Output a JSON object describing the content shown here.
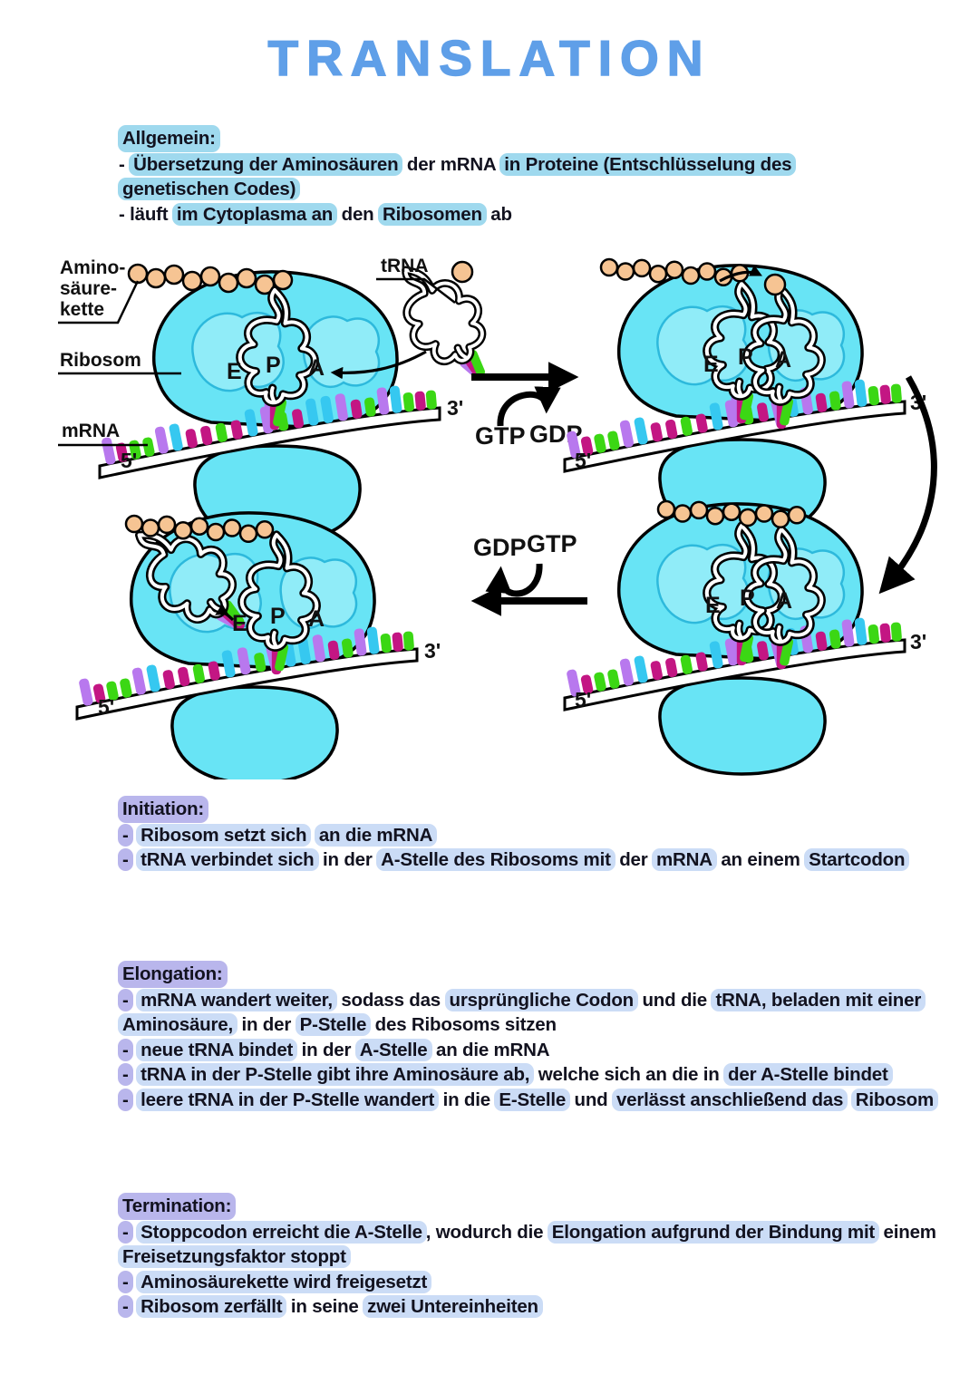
{
  "title": "TRANSLATION",
  "sections": [
    {
      "id": "allgemein",
      "header": {
        "text": "Allgemein:",
        "hl": "cyan"
      },
      "lines": [
        [
          {
            "t": "- ",
            "hl": "none"
          },
          {
            "t": "Übersetzung der Aminosäuren",
            "hl": "cyan"
          },
          {
            "t": " der mRNA ",
            "hl": "none"
          },
          {
            "t": "in Proteine (Entschlüsselung des",
            "hl": "cyan"
          }
        ],
        [
          {
            "t": "genetischen Codes)",
            "hl": "cyan"
          }
        ],
        [
          {
            "t": "- läuft ",
            "hl": "none"
          },
          {
            "t": "im Cytoplasma an",
            "hl": "cyan"
          },
          {
            "t": " den ",
            "hl": "none"
          },
          {
            "t": "Ribosomen",
            "hl": "cyan"
          },
          {
            "t": " ab",
            "hl": "none"
          }
        ]
      ]
    },
    {
      "id": "initiation",
      "header": {
        "text": "Initiation:",
        "hl": "purple"
      },
      "lines": [
        [
          {
            "t": "-",
            "hl": "purple"
          },
          {
            "t": " ",
            "hl": "none"
          },
          {
            "t": "Ribosom setzt sich",
            "hl": "blue"
          },
          {
            "t": " ",
            "hl": "none"
          },
          {
            "t": "an die mRNA",
            "hl": "blue"
          }
        ],
        [
          {
            "t": "-",
            "hl": "purple"
          },
          {
            "t": " ",
            "hl": "none"
          },
          {
            "t": "tRNA verbindet sich",
            "hl": "blue"
          },
          {
            "t": " in der ",
            "hl": "none"
          },
          {
            "t": "A-Stelle des Ribosoms mit",
            "hl": "blue"
          },
          {
            "t": " der ",
            "hl": "none"
          },
          {
            "t": "mRNA",
            "hl": "blue"
          },
          {
            "t": " an einem ",
            "hl": "none"
          },
          {
            "t": "Startcodon",
            "hl": "blue"
          }
        ]
      ]
    },
    {
      "id": "elongation",
      "header": {
        "text": "Elongation:",
        "hl": "purple"
      },
      "lines": [
        [
          {
            "t": "-",
            "hl": "purple"
          },
          {
            "t": " ",
            "hl": "none"
          },
          {
            "t": "mRNA wandert weiter,",
            "hl": "blue"
          },
          {
            "t": " sodass das ",
            "hl": "none"
          },
          {
            "t": "ursprüngliche Codon",
            "hl": "blue"
          },
          {
            "t": " und die ",
            "hl": "none"
          },
          {
            "t": "tRNA, beladen mit einer",
            "hl": "blue"
          }
        ],
        [
          {
            "t": "Aminosäure,",
            "hl": "blue"
          },
          {
            "t": " in der ",
            "hl": "none"
          },
          {
            "t": "P-Stelle",
            "hl": "blue"
          },
          {
            "t": " des Ribosoms sitzen",
            "hl": "none"
          }
        ],
        [
          {
            "t": "-",
            "hl": "purple"
          },
          {
            "t": " ",
            "hl": "none"
          },
          {
            "t": "neue tRNA bindet",
            "hl": "blue"
          },
          {
            "t": " in der ",
            "hl": "none"
          },
          {
            "t": "A-Stelle",
            "hl": "blue"
          },
          {
            "t": " an die mRNA",
            "hl": "none"
          }
        ],
        [
          {
            "t": "-",
            "hl": "purple"
          },
          {
            "t": " ",
            "hl": "none"
          },
          {
            "t": "tRNA in der P-Stelle gibt ihre Aminosäure ab,",
            "hl": "blue"
          },
          {
            "t": " welche sich an die in ",
            "hl": "none"
          },
          {
            "t": "der A-Stelle bindet",
            "hl": "blue"
          }
        ],
        [
          {
            "t": "-",
            "hl": "purple"
          },
          {
            "t": " ",
            "hl": "none"
          },
          {
            "t": "leere tRNA in der P-Stelle wandert",
            "hl": "blue"
          },
          {
            "t": " in die ",
            "hl": "none"
          },
          {
            "t": "E-Stelle",
            "hl": "blue"
          },
          {
            "t": " und ",
            "hl": "none"
          },
          {
            "t": "verlässt anschließend das",
            "hl": "blue"
          },
          {
            "t": " ",
            "hl": "none"
          },
          {
            "t": "Ribosom",
            "hl": "blue"
          }
        ]
      ]
    },
    {
      "id": "termination",
      "header": {
        "text": "Termination:",
        "hl": "purple"
      },
      "lines": [
        [
          {
            "t": "-",
            "hl": "purple"
          },
          {
            "t": " ",
            "hl": "none"
          },
          {
            "t": "Stoppcodon erreicht die A-Stelle",
            "hl": "blue"
          },
          {
            "t": ", wodurch die ",
            "hl": "none"
          },
          {
            "t": "Elongation aufgrund der Bindung mit",
            "hl": "blue"
          },
          {
            "t": " einem",
            "hl": "none"
          }
        ],
        [
          {
            "t": "Freisetzungsfaktor stoppt",
            "hl": "blue"
          }
        ],
        [
          {
            "t": "-",
            "hl": "purple"
          },
          {
            "t": " ",
            "hl": "none"
          },
          {
            "t": "Aminosäurekette wird freigesetzt",
            "hl": "blue"
          }
        ],
        [
          {
            "t": "-",
            "hl": "purple"
          },
          {
            "t": " ",
            "hl": "none"
          },
          {
            "t": "Ribosom zerfällt",
            "hl": "blue"
          },
          {
            "t": " in seine ",
            "hl": "none"
          },
          {
            "t": "zwei Untereinheiten",
            "hl": "blue"
          }
        ]
      ]
    }
  ],
  "diagram": {
    "labels": {
      "amino_line1": "Amino-",
      "amino_line2": "säure-",
      "amino_line3": "kette",
      "ribosom": "Ribosom",
      "mrna": "mRNA",
      "trna": "tRNA",
      "five_prime": "5'",
      "three_prime": "3'",
      "gtp": "GTP",
      "gdp": "GDP",
      "site_e": "E",
      "site_p": "P",
      "site_a": "A"
    },
    "colors": {
      "ribosome": "#68e4f5",
      "ribosome_inner": "#90ecf8",
      "ribosome_inner_stroke": "#2db9dc",
      "amino_acid": "#f6c493",
      "nucleotides": [
        "#b878ee",
        "#c31683",
        "#3bd714",
        "#36c8f0"
      ],
      "highlight_cyan": "#9fd9ee",
      "highlight_blue": "#cbdcf6",
      "highlight_purple": "#b9b6ec",
      "title_blue": "#5f9fe8",
      "title_glow": "#c6e7fb"
    }
  }
}
